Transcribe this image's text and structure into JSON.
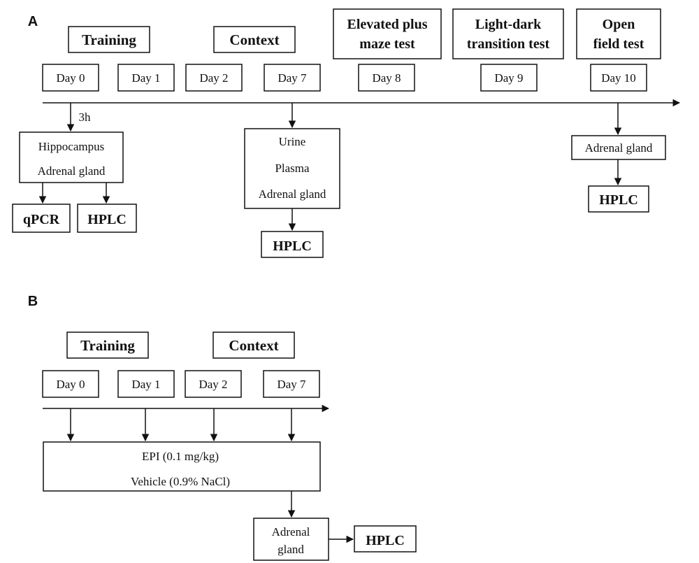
{
  "panel_a": {
    "label": "A",
    "headers": {
      "training": "Training",
      "context": "Context",
      "epm": [
        "Elevated plus",
        "maze test"
      ],
      "ldt": [
        "Light-dark",
        "transition test"
      ],
      "oft": [
        "Open",
        "field test"
      ]
    },
    "days": [
      "Day 0",
      "Day 1",
      "Day 2",
      "Day 7",
      "Day 8",
      "Day 9",
      "Day 10"
    ],
    "delay": "3h",
    "sample_boxes": {
      "day0": [
        "Hippocampus",
        "Adrenal gland"
      ],
      "day7": [
        "Urine",
        "Plasma",
        "Adrenal gland"
      ],
      "day10": [
        "Adrenal gland"
      ]
    },
    "assays": {
      "qpcr": "qPCR",
      "hplc_day0": "HPLC",
      "hplc_day7": "HPLC",
      "hplc_day10": "HPLC"
    }
  },
  "panel_b": {
    "label": "B",
    "headers": {
      "training": "Training",
      "context": "Context"
    },
    "days": [
      "Day 0",
      "Day 1",
      "Day 2",
      "Day 7"
    ],
    "treatments": [
      "EPI (0.1 mg/kg)",
      "Vehicle (0.9% NaCl)"
    ],
    "sample": [
      "Adrenal",
      "gland"
    ],
    "assay": "HPLC"
  }
}
